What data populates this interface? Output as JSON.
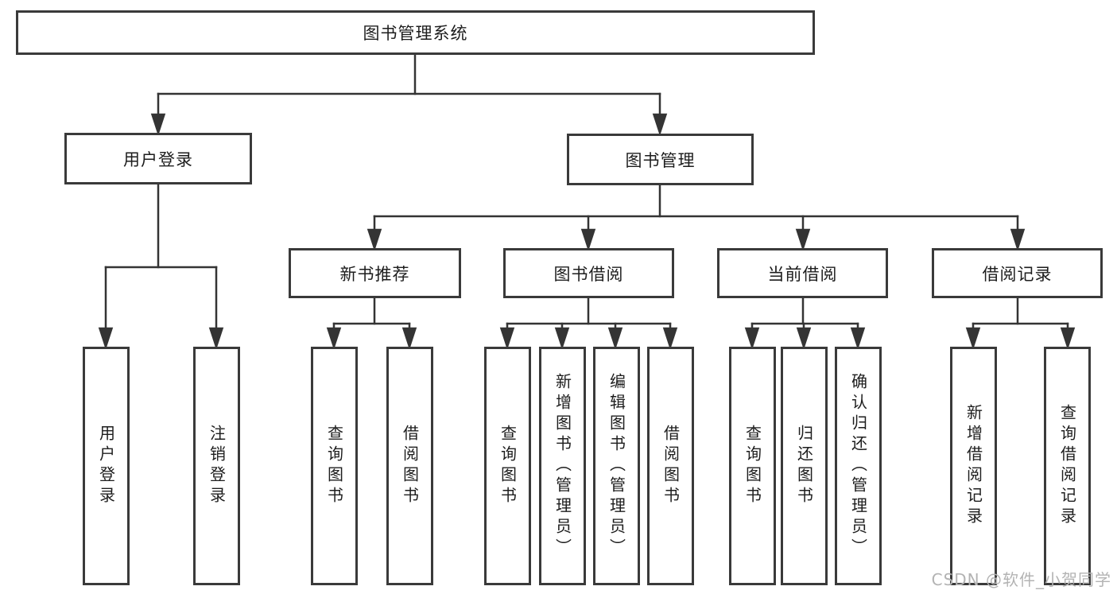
{
  "tree": {
    "root": "图书管理系统",
    "branches": [
      {
        "label": "用户登录",
        "children": [
          "用户登录",
          "注销登录"
        ]
      },
      {
        "label": "图书管理",
        "sections": [
          {
            "label": "新书推荐",
            "children": [
              "查询图书",
              "借阅图书"
            ]
          },
          {
            "label": "图书借阅",
            "children": [
              "查询图书",
              "新增图书（管理员）",
              "编辑图书（管理员）",
              "借阅图书"
            ]
          },
          {
            "label": "当前借阅",
            "children": [
              "查询图书",
              "归还图书",
              "确认归还（管理员）"
            ]
          },
          {
            "label": "借阅记录",
            "children": [
              "新增借阅记录",
              "查询借阅记录"
            ]
          }
        ]
      }
    ]
  },
  "watermark": "CSDN @软件_小贺同学",
  "colors": {
    "line": "#343434",
    "border": "#3a3a3a",
    "text": "#1d1d1d",
    "watermark": "#b3b3b3",
    "background": "#ffffff"
  }
}
